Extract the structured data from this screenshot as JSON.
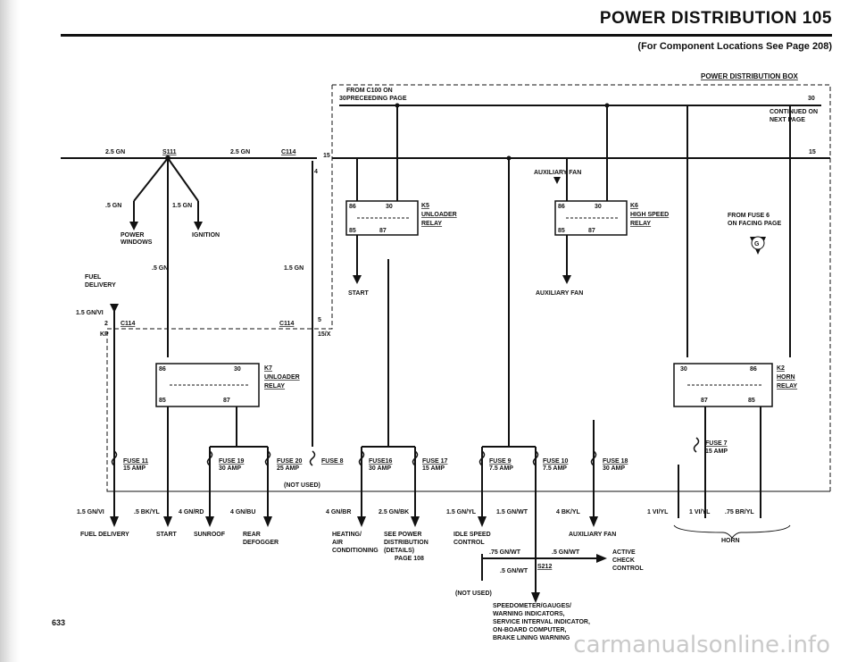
{
  "header": {
    "title": "POWER DISTRIBUTION 105",
    "subtitle": "(For Component Locations See Page 208)",
    "page_number": "633"
  },
  "box": {
    "title": "POWER DISTRIBUTION BOX",
    "from_prev": "FROM C100 ON",
    "from_prev2": "PRECEEDING PAGE",
    "cont": "CONTINUED ON",
    "cont2": "NEXT PAGE",
    "t30_l": "30",
    "t30_r": "30",
    "t15": "15",
    "c114_4": "4",
    "c114_15": "15",
    "c114_5": "5",
    "c114_15x": "15/X"
  },
  "top": {
    "w1": "2.5 GN",
    "s111": "S111",
    "w2": "2.5 GN",
    "c114": "C114",
    "w_5gn": ".5 GN",
    "w_15gn": "1.5 GN",
    "power_windows": "POWER",
    "power_windows2": "WINDOWS",
    "ignition": "IGNITION",
    "w_5gn_b": ".5 GN",
    "w_15gn_b": "1.5 GN",
    "fuel_del": "FUEL",
    "fuel_del2": "DELIVERY",
    "w_15gnvi": "1.5 GN/VI",
    "c114b": "C114",
    "pin2": "2",
    "c114c": "C114",
    "kp": "KP",
    "aux_fan_top": "AUXILIARY FAN",
    "start": "START",
    "aux_fan_bot": "AUXILIARY FAN",
    "from_fuse6": "FROM FUSE 6",
    "from_fuse6b": "ON FACING PAGE",
    "g": "G"
  },
  "relays": {
    "k5": {
      "id": "K5",
      "name1": "UNLOADER",
      "name2": "RELAY",
      "p86": "86",
      "p30": "30",
      "p85": "85",
      "p87": "87"
    },
    "k6": {
      "id": "K6",
      "name1": "HIGH SPEED",
      "name2": "RELAY",
      "p86": "86",
      "p30": "30",
      "p85": "85",
      "p87": "87"
    },
    "k7": {
      "id": "K7",
      "name1": "UNLOADER",
      "name2": "RELAY",
      "p86": "86",
      "p30": "30",
      "p85": "85",
      "p87": "87"
    },
    "k2": {
      "id": "K2",
      "name1": "HORN",
      "name2": "RELAY",
      "p86": "86",
      "p30": "30",
      "p85": "85",
      "p87": "87"
    }
  },
  "fuses": [
    {
      "name": "FUSE 11",
      "amp": "15 AMP"
    },
    {
      "name": "FUSE 19",
      "amp": "30 AMP"
    },
    {
      "name": "FUSE 20",
      "amp": "25 AMP"
    },
    {
      "name": "FUSE 8",
      "amp": ""
    },
    {
      "name": "FUSE16",
      "amp": "30 AMP"
    },
    {
      "name": "FUSE 17",
      "amp": "15 AMP"
    },
    {
      "name": "FUSE 9",
      "amp": "7.5 AMP"
    },
    {
      "name": "FUSE 10",
      "amp": "7.5 AMP"
    },
    {
      "name": "FUSE 18",
      "amp": "30 AMP"
    },
    {
      "name": "FUSE 7",
      "amp": "15 AMP"
    }
  ],
  "not_used": "(NOT USED)",
  "wires": [
    "1.5 GN/VI",
    ".5 BK/YL",
    "4 GN/RD",
    "4 GN/BU",
    "4 GN/BR",
    "2.5 GN/BK",
    "1.5 GN/YL",
    "1.5 GN/WT",
    "4 BK/YL",
    "1 VI/YL",
    "1 VI/YL",
    ".75 BR/YL"
  ],
  "bottom": {
    "fuel_delivery": "FUEL DELIVERY",
    "start": "START",
    "sunroof": "SUNROOF",
    "rear": "REAR",
    "defogger": "DEFOGGER",
    "heat1": "HEATING/",
    "heat2": "AIR",
    "heat3": "CONDITIONING",
    "see1": "SEE POWER",
    "see2": "DISTRIBUTION",
    "see3": "(DETAILS)",
    "see4": "PAGE 108",
    "idle1": "IDLE SPEED",
    "idle2": "CONTROL",
    "aux_fan": "AUXILIARY FAN",
    "horn": "HORN",
    "w75": ".75 GN/WT",
    "w5": ".5 GN/WT",
    "w5b": ".5 GN/WT",
    "s212": "S212",
    "act1": "ACTIVE",
    "act2": "CHECK",
    "act3": "CONTROL",
    "not_used": "(NOT USED)",
    "sp1": "SPEEDOMETER/GAUGES/",
    "sp2": "WARNING INDICATORS,",
    "sp3": "SERVICE INTERVAL INDICATOR,",
    "sp4": "ON-BOARD COMPUTER,",
    "sp5": "BRAKE LINING WARNING"
  },
  "watermark": "carmanualsonline.info"
}
